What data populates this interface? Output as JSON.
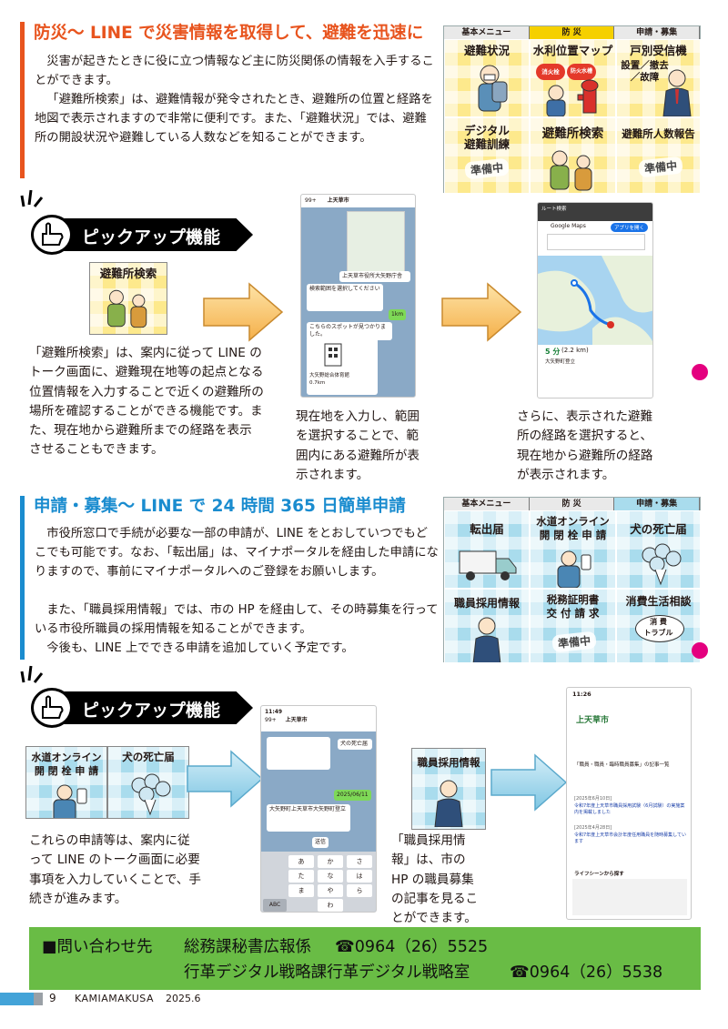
{
  "section1": {
    "title": "防災～ LINE で災害情報を取得して、避難を迅速に",
    "para1": "災害が起きたときに役に立つ情報など主に防災関係の情報を入手することができます。",
    "para2": "「避難所検索」は、避難情報が発令されたとき、避難所の位置と経路を地図で表示されますので非常に便利です。また、「避難状況」では、避難所の開設状況や避難している人数などを知ることができます。",
    "menu": {
      "tabs": [
        "基本メニュー",
        "防 災",
        "申請・募集"
      ],
      "cells": [
        {
          "label": "避難状況"
        },
        {
          "label": "水利位置マップ",
          "badges": [
            "消火栓",
            "防火水槽"
          ]
        },
        {
          "label": "戸別受信機",
          "sub": "設置／撤去\n／故障"
        },
        {
          "label": "デジタル\n避難訓練",
          "prep": "準備中"
        },
        {
          "label": "避難所検索"
        },
        {
          "label": "避難所人数報告",
          "prep": "準備中"
        }
      ]
    },
    "pickup_label": "ピックアップ機能",
    "feature_label": "避難所検索",
    "desc_left": "「避難所検索」は、案内に従って LINE のトーク画面に、避難現在地等の起点となる位置情報を入力することで近くの避難所の場所を確認することができる機能です。また、現在地から避難所までの経路を表示させることもできます。",
    "desc_mid": "現在地を入力し、範囲を選択することで、範囲内にある避難所が表示されます。",
    "desc_right": "さらに、表示された避難所の経路を選択すると、現在地から避難所の経路が表示されます。",
    "phone1": {
      "status": "99+",
      "chat_title": "上天草市",
      "msg1": "上天草市役所大矢野庁舎",
      "msg2": "検索範囲を選択してください",
      "btn": "1km",
      "msg3": "こちらのスポットが見つかりました。",
      "card": "大矢野総合体育館",
      "dist": "0.7km"
    },
    "phone2": {
      "header": "ルート検索",
      "brand": "Google Maps",
      "app_btn": "アプリを開く",
      "time": "5 分",
      "dist": "(2.2 km)",
      "route": "大矢野町登立"
    }
  },
  "section2": {
    "title": "申請・募集～ LINE で 24 時間 365 日簡単申請",
    "para1": "市役所窓口で手続が必要な一部の申請が、LINE をとおしていつでもどこでも可能です。なお、「転出届」は、マイナポータルを経由した申請になりますので、事前にマイナポータルへのご登録をお願いします。",
    "para2": "また、「職員採用情報」では、市の HP を経由して、その時募集を行っている市役所職員の採用情報を知ることができます。",
    "para3": "今後も、LINE 上でできる申請を追加していく予定です。",
    "menu": {
      "tabs": [
        "基本メニュー",
        "防 災",
        "申請・募集"
      ],
      "cells": [
        {
          "label": "転出届"
        },
        {
          "label": "水道オンライン\n開 閉 栓 申 請"
        },
        {
          "label": "犬の死亡届"
        },
        {
          "label": "職員採用情報"
        },
        {
          "label": "税務証明書\n交 付 請 求",
          "prep": "準備中"
        },
        {
          "label": "消費生活相談",
          "sub": "消 費\nトラブル"
        }
      ]
    },
    "pickup_label": "ピックアップ機能",
    "feature_labels": [
      "水道オンライン\n開 閉 栓 申 請",
      "犬の死亡届"
    ],
    "feature_label_recruit": "職員採用情報",
    "desc_left": "これらの申請等は、案内に従って LINE のトーク画面に必要事項を入力していくことで、手続きが進みます。",
    "desc_mid": "「職員採用情報」は、市の HP の職員募集の記事を見ることができます。",
    "phone3": {
      "time": "11:49",
      "status": "99+",
      "chat_title": "上天草市",
      "msg1": "犬の死亡届",
      "btn": "2025/06/11",
      "msg2": "大矢野町上天草市大矢野町登立",
      "send": "送信",
      "keys": [
        "あ",
        "か",
        "さ",
        "た",
        "な",
        "は",
        "ま",
        "や",
        "ら",
        "ABC",
        "わ"
      ]
    },
    "phone4": {
      "time": "11:26",
      "site": "上天草市",
      "heading": "「職員・職員・臨時職員募集」の記事一覧",
      "date1": "[2025年6月10日]",
      "item1": "令和7年度上天草市職員採用試験（6月試験）の実施案内を掲載しました",
      "date2": "[2025年4月28日]",
      "item2": "令和7年度上天草市会計年度任用職員を随時募集しています",
      "life": "ライフシーンから探す"
    }
  },
  "contact": {
    "label": "■問い合わせ先",
    "dept1": "総務課秘書広報係",
    "tel1": "☎0964（26）5525",
    "dept2": "行革デジタル戦略課行革デジタル戦略室",
    "tel2": "☎0964（26）5538"
  },
  "footer": {
    "page": "9",
    "magazine": "KAMIAMAKUSA",
    "issue": "2025.6"
  },
  "colors": {
    "orange": "#e8541e",
    "blue": "#1a8ccf",
    "green": "#69bc45",
    "magenta": "#e4007f",
    "yellow": "#fde98c",
    "lightblue": "#a9dced"
  }
}
